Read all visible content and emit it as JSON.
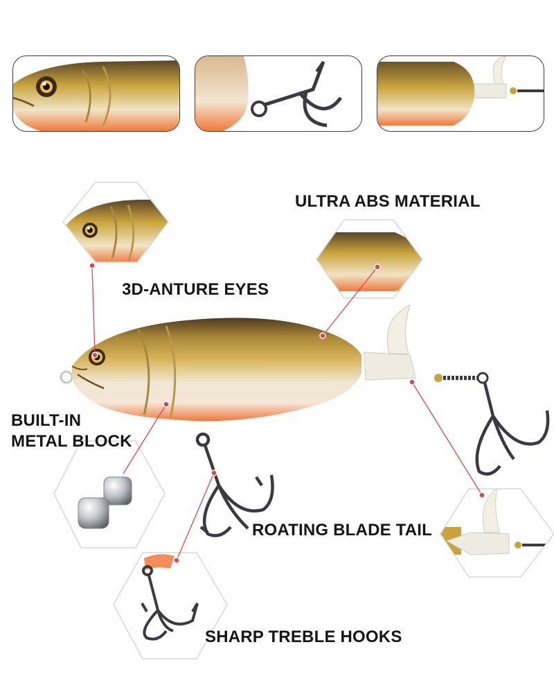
{
  "features": {
    "eyes": "3D-ANTURE EYES",
    "material": "ULTRA ABS MATERIAL",
    "metal_block": "BUILT-IN\nMETAL BLOCK",
    "blade_tail": "ROATING BLADE TAIL",
    "hooks": "SHARP TREBLE  HOOKS"
  },
  "colors": {
    "body_gold": "#c9a43c",
    "body_dark": "#5a4526",
    "belly_orange": "#f07a3c",
    "callout_line": "#e0414a",
    "hook_metal": "#3a3a40"
  }
}
